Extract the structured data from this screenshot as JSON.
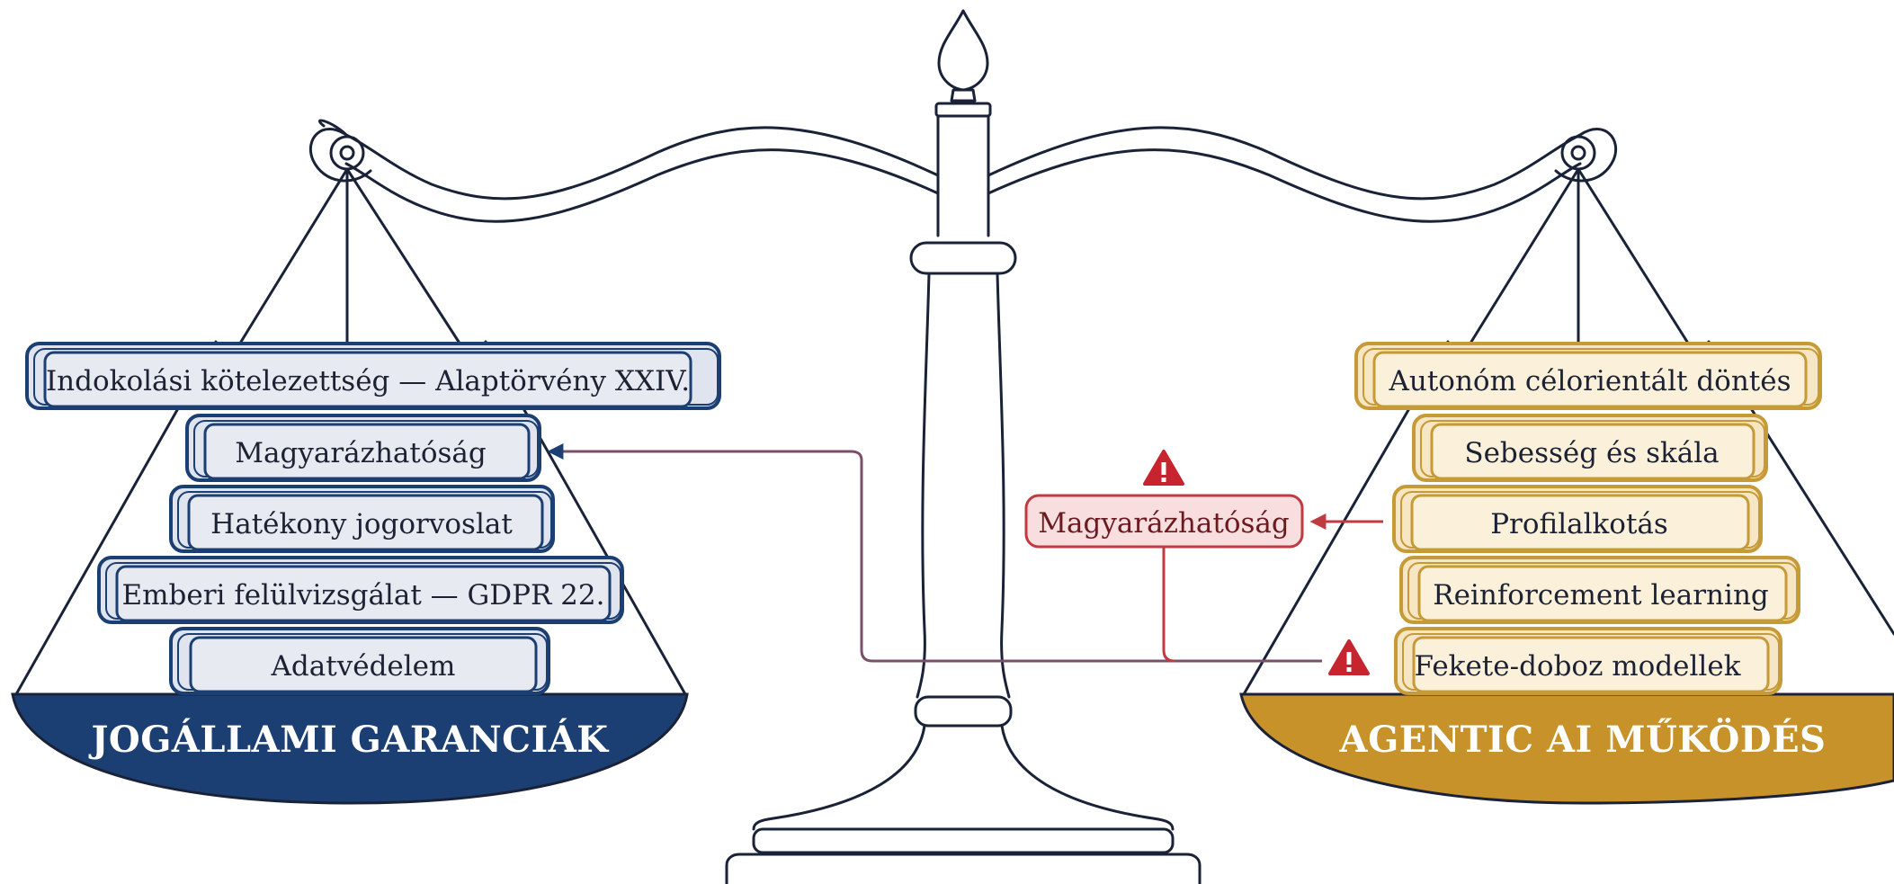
{
  "left_pan": {
    "label": "JOGÁLLAMI GARANCIÁK",
    "color": "#1c3f73",
    "book_fill": "#e7eaf1",
    "book_stroke": "#1c3f73",
    "books": [
      "Indokolási kötelezettség — Alaptörvény XXIV.",
      "Magyarázhatóság",
      "Hatékony jogorvoslat",
      "Emberi felülvizsgálat — GDPR 22.",
      "Adatvédelem"
    ]
  },
  "right_pan": {
    "label": "AGENTIC AI MŰKÖDÉS",
    "color": "#c8922a",
    "book_fill": "#fbf1db",
    "book_stroke": "#c79a38",
    "books": [
      "Autonóm célorientált döntés",
      "Sebesség és skála",
      "Profilalkotás",
      "Reinforcement learning",
      "Fekete-doboz modellek"
    ]
  },
  "conflict": {
    "label": "Magyarázhatóság",
    "fill": "#f8dedf",
    "stroke": "#c03a42",
    "warning_icon_color": "#c6242f",
    "connector_color": "#7a5068",
    "icons": [
      "warning-icon",
      "arrow-icon"
    ]
  },
  "scale": {
    "stroke": "#1a2238"
  }
}
